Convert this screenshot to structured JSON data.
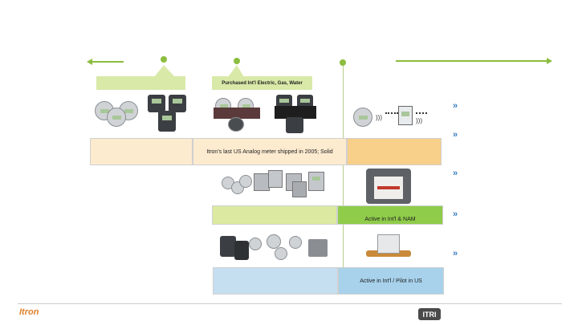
{
  "callouts": {
    "purchased": "Purchased Int'l Electric, Gas, Water"
  },
  "bands": {
    "electric": "Itron's last US Analog meter shipped in 2005; Solid",
    "gas": "Active in Int'l & NAM",
    "water": "Active in Int'l / Pilot in US"
  },
  "bullets": [
    "»",
    "»",
    "»",
    "»",
    "»"
  ],
  "footer": {
    "left_logo": "Itron",
    "right_logo": "ITRI"
  },
  "colors": {
    "accent_green": "#8cbd3f",
    "electric_light": "#fdebd0",
    "electric_dark": "#f8d089",
    "gas_light": "#dbeaa0",
    "gas_dark": "#8fcc4a",
    "water_light": "#c6dff0",
    "water_dark": "#a8d2ec"
  }
}
